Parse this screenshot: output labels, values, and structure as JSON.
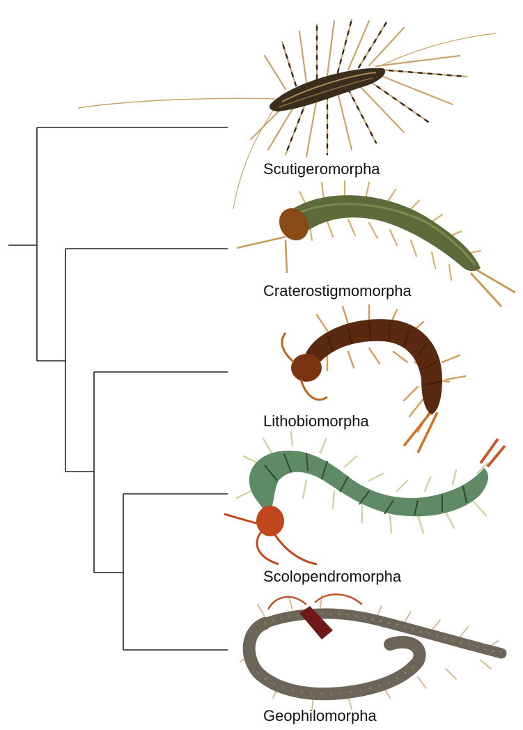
{
  "diagram": {
    "taxa": [
      {
        "id": "scutigero",
        "label": "Scutigeromorpha",
        "creature": "house-centipede"
      },
      {
        "id": "crateros",
        "label": "Craterostigmomorpha",
        "creature": "olive-centipede"
      },
      {
        "id": "lithobio",
        "label": "Lithobiomorpha",
        "creature": "brown-stone-centipede"
      },
      {
        "id": "scolopendro",
        "label": "Scolopendromorpha",
        "creature": "green-scolopendra"
      },
      {
        "id": "geophilo",
        "label": "Geophilomorpha",
        "creature": "earth-centipede"
      }
    ],
    "colors": {
      "tree": "#222222",
      "scutigero_body": "#3a2d1c",
      "scutigero_legs": "#c9a46a",
      "crateros_body": "#5d6a3a",
      "crateros_head": "#8a4a16",
      "lithobio_body": "#5a2a10",
      "lithobio_legs": "#d89a5a",
      "scolopendro_body": "#5f8a66",
      "scolopendro_head": "#c0461c",
      "geophilo_body": "#6d6558",
      "geophilo_head": "#6e1a1a"
    }
  }
}
